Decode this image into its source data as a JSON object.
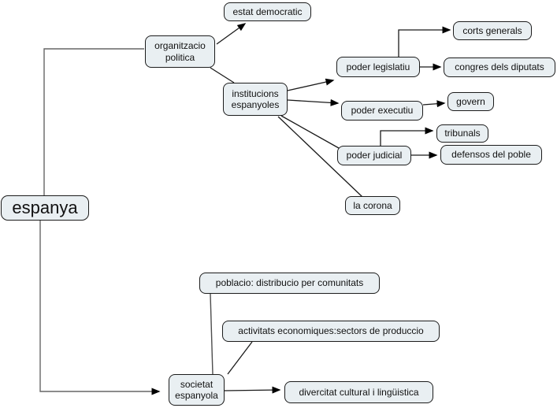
{
  "canvas": {
    "background": "#ffffff",
    "node_fill": "#e9eff2",
    "node_border": "#1c1c1c",
    "line_color": "#1a1a1a",
    "elbow_line_color": "#666666"
  },
  "nodes": {
    "espanya": {
      "label": "espanya"
    },
    "organitzacio_politica": {
      "label": "organitzacio\npolitica"
    },
    "estat_democratic": {
      "label": "estat democratic"
    },
    "institucions_espanyoles": {
      "label": "institucions\nespanyoles"
    },
    "poder_legislatiu": {
      "label": "poder legislatiu"
    },
    "corts_generals": {
      "label": "corts generals"
    },
    "congres_dels_diputats": {
      "label": "congres dels diputats"
    },
    "poder_executiu": {
      "label": "poder executiu"
    },
    "govern": {
      "label": "govern"
    },
    "tribunals": {
      "label": "tribunals"
    },
    "poder_judicial": {
      "label": "poder judicial"
    },
    "defensos_del_poble": {
      "label": "defensos del poble"
    },
    "la_corona": {
      "label": "la corona"
    },
    "poblacio": {
      "label": "poblacio: distribucio per comunitats"
    },
    "activitats": {
      "label": "activitats economiques:sectors de produccio"
    },
    "societat_espanyola": {
      "label": "societat\nespanyola"
    },
    "divercitat": {
      "label": "divercitat cultural i lingüistica"
    }
  },
  "edges": [
    {
      "from": "espanya",
      "to": "organitzacio_politica",
      "arrow": false
    },
    {
      "from": "espanya",
      "to": "societat_espanyola",
      "arrow": true
    },
    {
      "from": "organitzacio_politica",
      "to": "estat_democratic",
      "arrow": true
    },
    {
      "from": "organitzacio_politica",
      "to": "institucions_espanyoles",
      "arrow": false
    },
    {
      "from": "institucions_espanyoles",
      "to": "poder_legislatiu",
      "arrow": true
    },
    {
      "from": "institucions_espanyoles",
      "to": "poder_executiu",
      "arrow": true
    },
    {
      "from": "institucions_espanyoles",
      "to": "poder_judicial",
      "arrow": false
    },
    {
      "from": "institucions_espanyoles",
      "to": "la_corona",
      "arrow": false
    },
    {
      "from": "poder_legislatiu",
      "to": "corts_generals",
      "arrow": true
    },
    {
      "from": "poder_legislatiu",
      "to": "congres_dels_diputats",
      "arrow": true
    },
    {
      "from": "poder_executiu",
      "to": "govern",
      "arrow": true
    },
    {
      "from": "poder_judicial",
      "to": "tribunals",
      "arrow": true
    },
    {
      "from": "poder_judicial",
      "to": "defensos_del_poble",
      "arrow": true
    },
    {
      "from": "societat_espanyola",
      "to": "poblacio",
      "arrow": false
    },
    {
      "from": "societat_espanyola",
      "to": "activitats",
      "arrow": false
    },
    {
      "from": "societat_espanyola",
      "to": "divercitat",
      "arrow": true
    }
  ]
}
